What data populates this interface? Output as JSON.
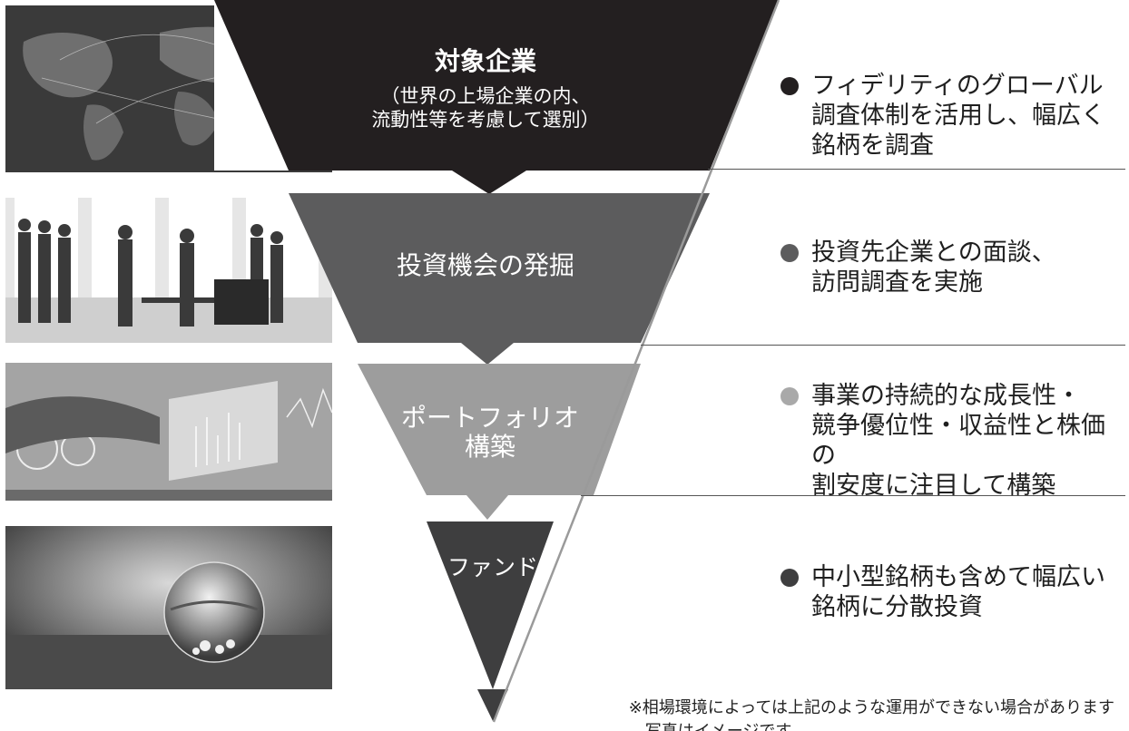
{
  "stages": [
    {
      "title": "対象企業",
      "subtitle": "（世界の上場企業の内、\n流動性等を考慮して選別）",
      "color": "#231f20"
    },
    {
      "title": "投資機会の発掘",
      "subtitle": "",
      "color": "#5c5c5d"
    },
    {
      "title": "ポートフォリオ\n構築",
      "subtitle": "",
      "color": "#9d9d9d"
    },
    {
      "title": "ファンド",
      "subtitle": "",
      "color": "#3e3e3f"
    }
  ],
  "bullets": [
    {
      "text": "フィデリティのグローバル\n調査体制を活用し、幅広く\n銘柄を調査",
      "dot_color": "#231f20"
    },
    {
      "text": "投資先企業との面談、\n訪問調査を実施",
      "dot_color": "#5c5c5d"
    },
    {
      "text": "事業の持続的な成長性・\n競争優位性・収益性と株価の\n割安度に注目して構築",
      "dot_color": "#a9a9a9"
    },
    {
      "text": "中小型銘柄も含めて幅広い\n銘柄に分散投資",
      "dot_color": "#3e3e3f"
    }
  ],
  "photos": [
    {
      "icon": "world-map-photo"
    },
    {
      "icon": "business-meeting-photo"
    },
    {
      "icon": "laptop-chart-photo"
    },
    {
      "icon": "crystal-ball-photo"
    }
  ],
  "footnote": {
    "line1": "※相場環境によっては上記のような運用ができない場合があります",
    "line2": "　写真はイメージです"
  }
}
